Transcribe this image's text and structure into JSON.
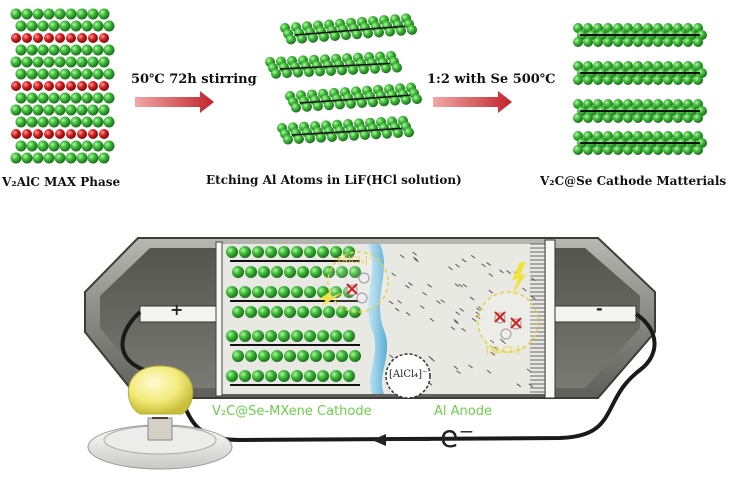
{
  "top": {
    "step1_label": "V₂AlC MAX Phase",
    "arrow1_text": "50℃  72h stirring",
    "step2_label": "Etching  Al  Atoms in LiF(HCl solution)",
    "arrow2_text": "1:2 with Se 500℃",
    "step3_label": "V₂C@Se Cathode Matterials"
  },
  "battery": {
    "cathode_label": "V₂C@Se-MXene Cathode",
    "anode_label": "Al Anode",
    "plus_sign": "+",
    "minus_sign": "-",
    "electron_label": "e⁻",
    "ion_label_cathode": "[AlCl₄]⁻",
    "ion_label_middle": "[AlCl₄]⁻",
    "ion_label_anode": "[Al₂Cl₇]⁻"
  },
  "colors": {
    "green_atom": "#3fbf3a",
    "red_atom": "#d81e1e",
    "arrow": "#c0242a",
    "case": "#8a8a84",
    "case_dark": "#4a4a46",
    "separator": "#7fc6e8",
    "label_green": "#6ccf4a",
    "ion_yellow": "#e8d23a"
  }
}
